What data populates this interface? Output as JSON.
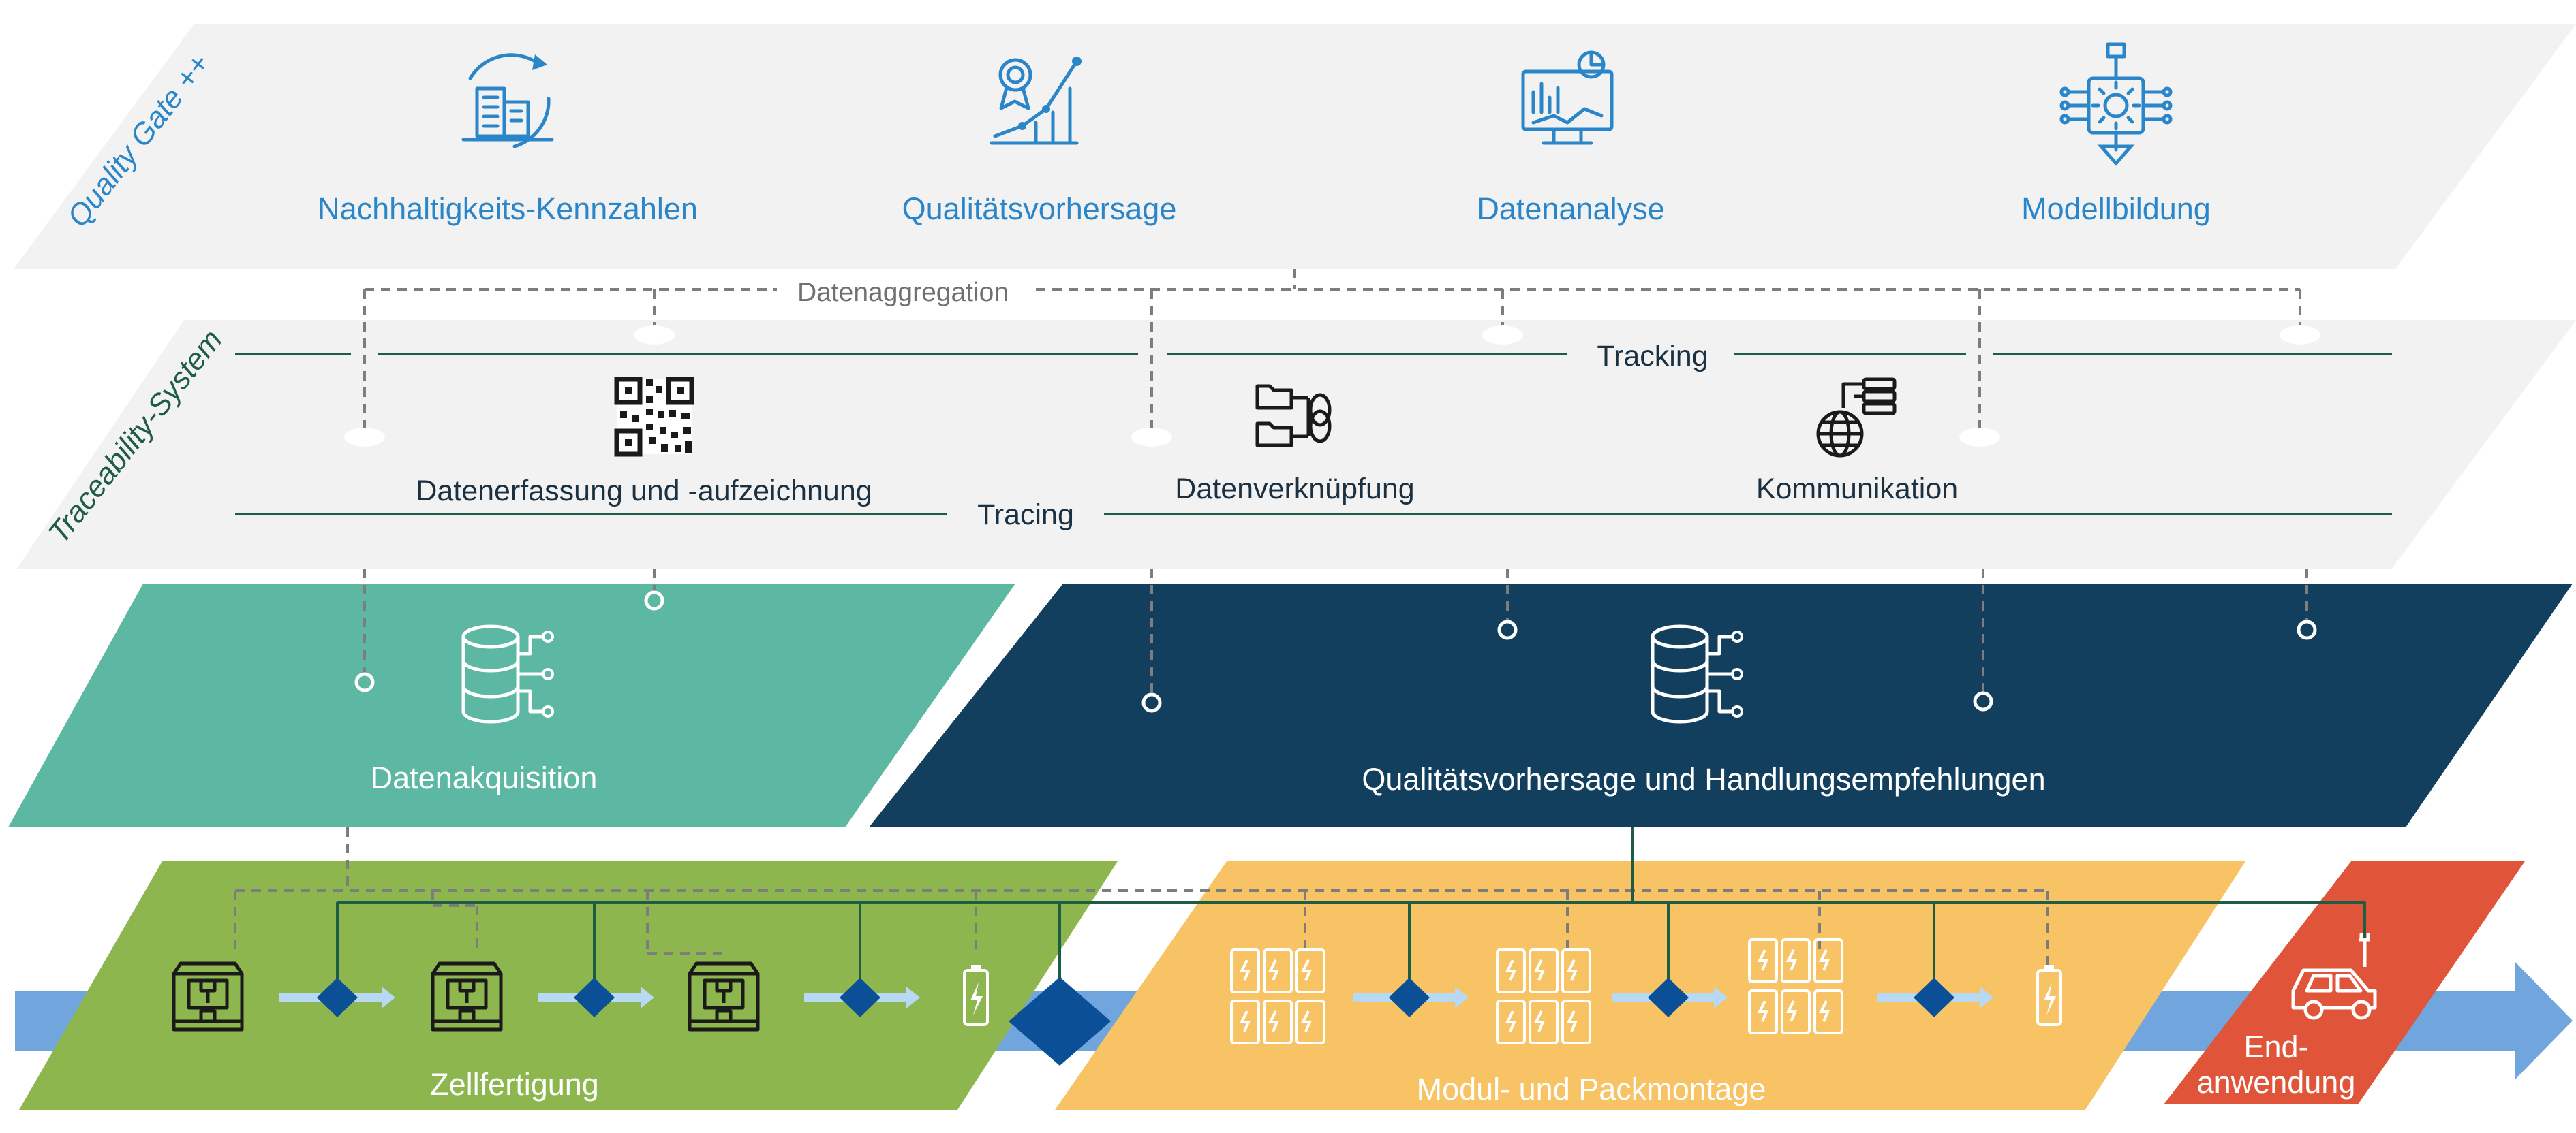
{
  "quality_gate": {
    "title": "Quality Gate ++",
    "items": [
      {
        "label": "Nachhaltigkeits-Kennzahlen",
        "icon": "sustainability-building-icon"
      },
      {
        "label": "Qualitätsvorhersage",
        "icon": "quality-growth-chart-icon"
      },
      {
        "label": "Datenanalyse",
        "icon": "analytics-monitor-icon"
      },
      {
        "label": "Modellbildung",
        "icon": "model-chip-icon"
      }
    ],
    "aggregation_label": "Datenaggregation"
  },
  "traceability": {
    "title": "Traceability-System",
    "tracking_label": "Tracking",
    "tracing_label": "Tracing",
    "items": [
      {
        "label": "Datenerfassung und -aufzeichnung",
        "icon": "qr-code-icon"
      },
      {
        "label": "Datenverknüpfung",
        "icon": "linked-folders-icon"
      },
      {
        "label": "Kommunikation",
        "icon": "globe-server-icon"
      }
    ]
  },
  "data_layer": {
    "acquisition_label": "Datenakquisition",
    "prediction_label": "Qualitätsvorhersage und Handlungsempfehlungen"
  },
  "production": {
    "cell_label": "Zellfertigung",
    "module_label": "Modul- und Packmontage",
    "end_label_line1": "End-",
    "end_label_line2": "anwendung"
  },
  "colors": {
    "layer_grey": "#f2f2f2",
    "teal": "#5cb8a2",
    "navy": "#123f5e",
    "green": "#8db64f",
    "orange": "#f8c365",
    "red": "#e0553a",
    "flow_arrow": "#70a6dd",
    "diamond": "#0b4f96"
  }
}
